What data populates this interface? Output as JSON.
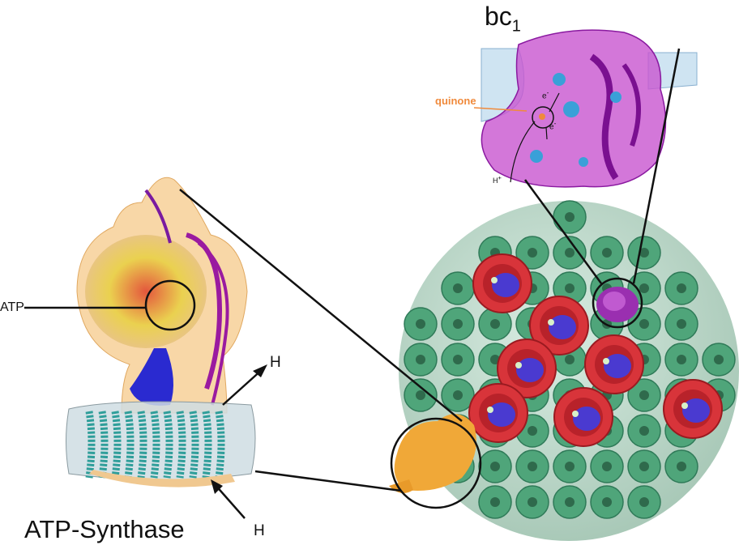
{
  "labels": {
    "bc1_main": "bc",
    "bc1_sub": "1",
    "quinone": "quinone",
    "electron_1": "e",
    "electron_2": "e",
    "electron_sup": "-",
    "proton_bc1": "H",
    "proton_sup": "+",
    "atp": "ATP",
    "h_top": "H",
    "h_bottom": "H",
    "atp_synthase": "ATP-Synthase"
  },
  "colors": {
    "quinone": "#f08a3c",
    "bc1_purple": "#b03cc0",
    "membrane_blue": "#cfe4f2",
    "sphere_green": "#4fa57a",
    "ring_red": "#d8343a",
    "core_blue": "#4a3ad0",
    "synthase_orange": "#f6c98a",
    "helix_teal": "#2f9e9a"
  }
}
